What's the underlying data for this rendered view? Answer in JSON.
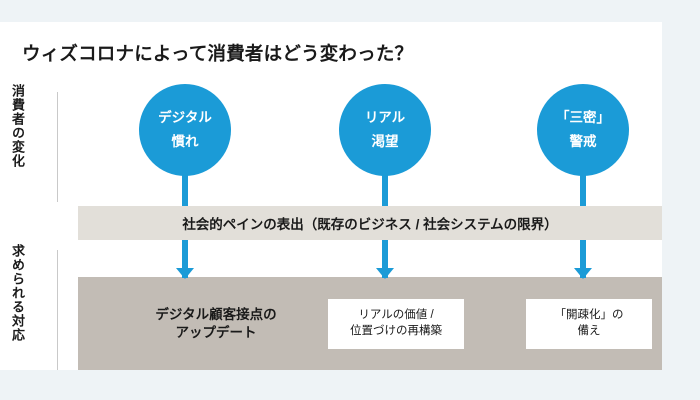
{
  "figure": {
    "title": "ウィズコロナによって消費者はどう変わった？",
    "colors": {
      "accent_blue": "#1b9bd7",
      "band_gray": "#e2dfd9",
      "panel_gray": "#c2bcb5",
      "card_white": "#ffffff",
      "page_background": "#eef3f6",
      "text_dark": "#1a1a1a"
    },
    "side_labels": [
      {
        "id": "consumer-change",
        "text": "消費者の変化"
      },
      {
        "id": "required-response",
        "text": "求められる対応"
      }
    ],
    "circles": [
      {
        "id": "digital-familiarity",
        "line1": "デジタル",
        "line2": "慣れ"
      },
      {
        "id": "real-craving",
        "line1": "リアル",
        "line2": "渇望"
      },
      {
        "id": "three-cs-vigilance",
        "line1": "「三密」",
        "line2": "警戒"
      }
    ],
    "band": {
      "text": "社会的ペインの表出（既存のビジネス / 社会システムの限界）"
    },
    "responses": [
      {
        "id": "digital-touchpoint-update",
        "style": "plain",
        "line1": "デジタル顧客接点の",
        "line2": "アップデート"
      },
      {
        "id": "real-value-rebuild",
        "style": "boxed",
        "line1": "リアルの価値 /",
        "line2": "位置づけの再構築"
      },
      {
        "id": "kaisoka-preparation",
        "style": "boxed",
        "line1": "「開疎化」の",
        "line2": "備え"
      }
    ]
  }
}
